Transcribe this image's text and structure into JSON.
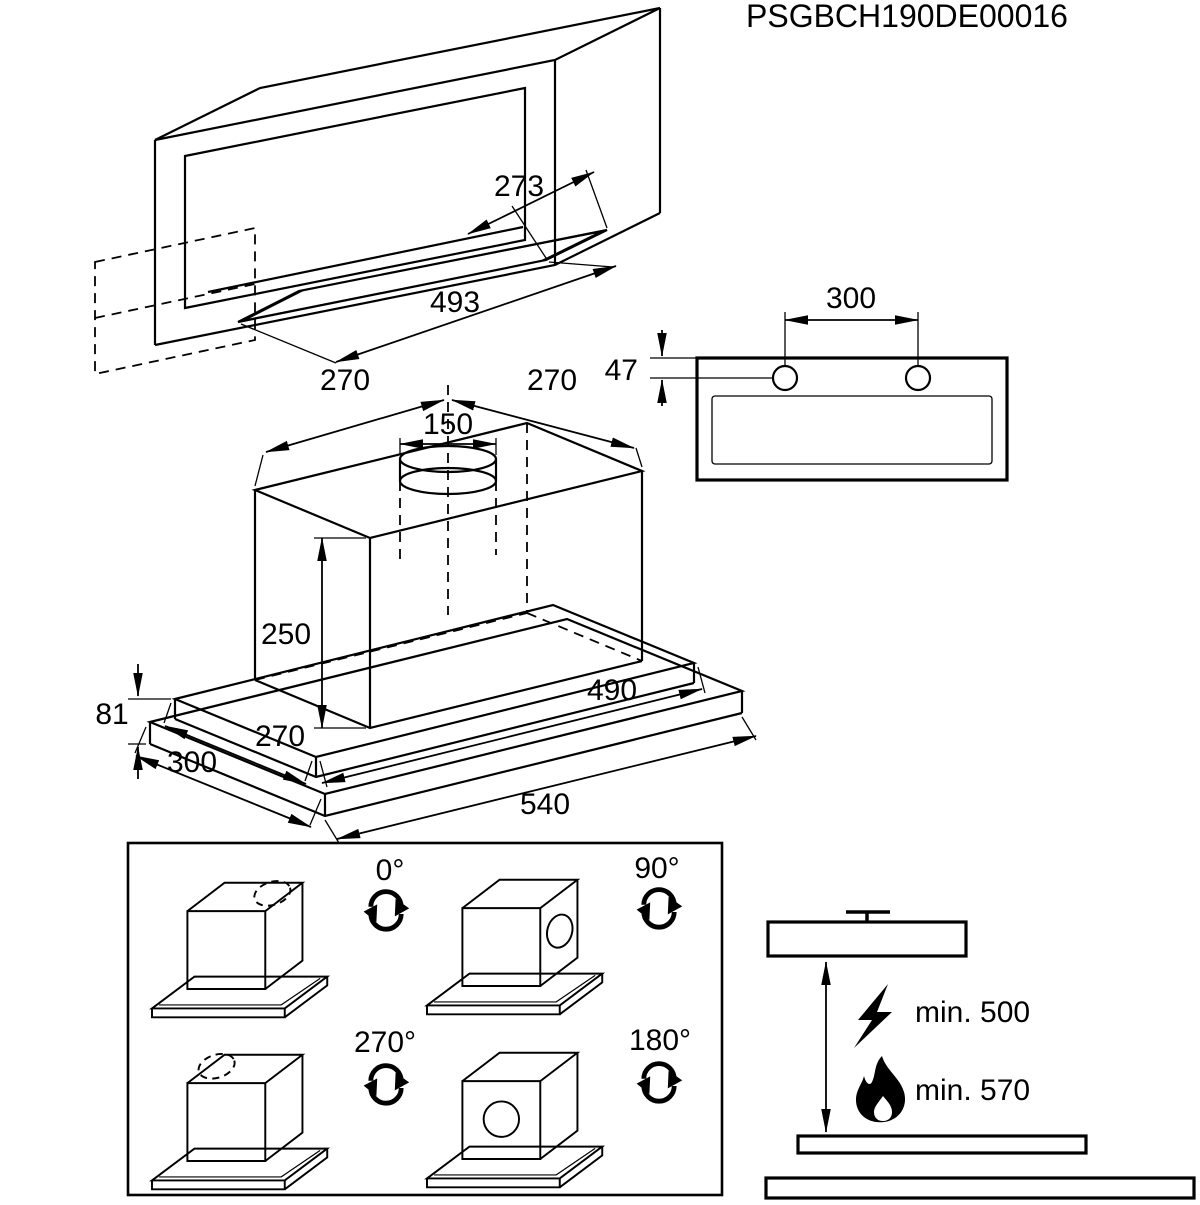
{
  "part_number": "PSGBCH190DE00016",
  "cabinet_view": {
    "cutout_depth": "273",
    "cutout_width": "493"
  },
  "front_view": {
    "hole_spacing": "300",
    "top_offset": "47"
  },
  "hood_view": {
    "left_offset": "270",
    "right_offset": "270",
    "duct_diameter": "150",
    "body_height": "250",
    "visor_height": "81",
    "base_depth": "300",
    "top_depth": "270",
    "top_width": "490",
    "base_width": "540"
  },
  "rotation_panel": {
    "angles": [
      "0°",
      "90°",
      "270°",
      "180°"
    ]
  },
  "clearance_view": {
    "electric_min": "min. 500",
    "gas_min": "min. 570"
  }
}
